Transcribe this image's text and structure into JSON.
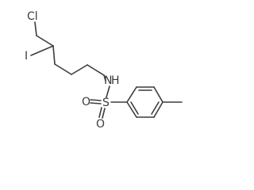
{
  "atoms": {
    "chlorine": "Cl",
    "iodine": "I",
    "nitrogen": "N",
    "hydrogen": "H",
    "sulfur": "S",
    "oxygen_top": "O",
    "oxygen_bottom": "O"
  },
  "colors": {
    "ink": "#3c3c3c",
    "background": "#ffffff"
  }
}
